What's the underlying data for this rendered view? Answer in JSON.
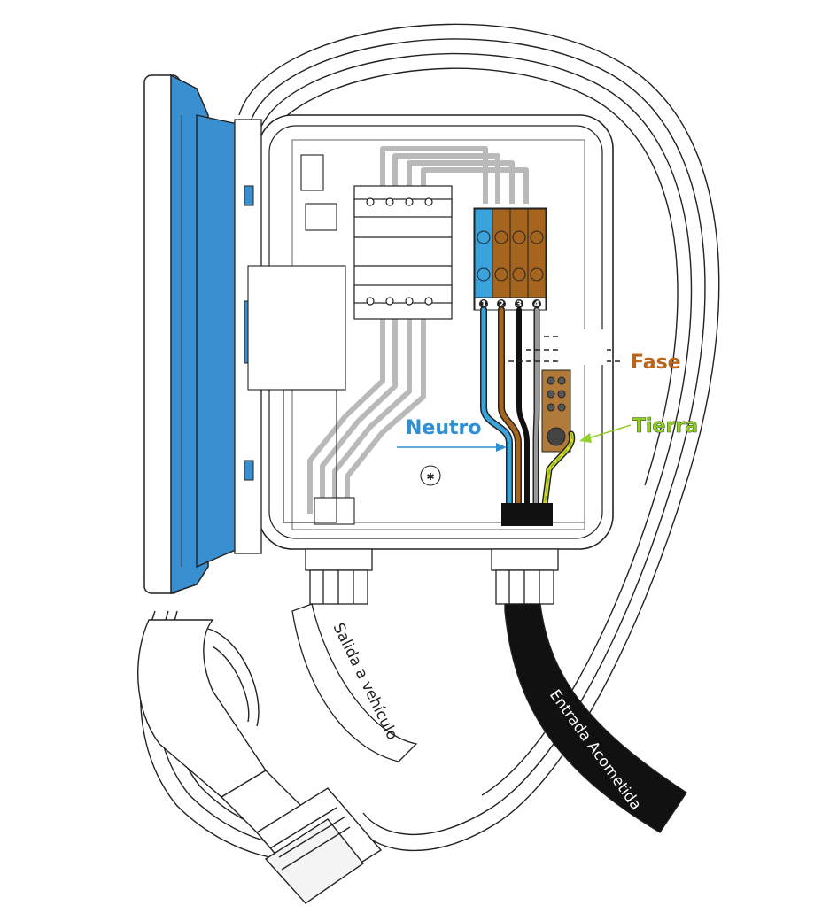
{
  "labels": {
    "fase": "Fase",
    "neutro": "Neutro",
    "tierra": "Tierra",
    "salida": "Salida a vehículo",
    "entrada": "Entrada Acometida"
  },
  "terminal_numbers": [
    "1",
    "2",
    "3",
    "4"
  ],
  "colors": {
    "lid_blue": "#3a8fd0",
    "neutral_blue": "#3aa3dc",
    "phase_brown": "#a5651e",
    "phase_black": "#111111",
    "phase_grey": "#6b6b6b",
    "earth_green": "#7ec23a",
    "earth_yellow": "#e3d820",
    "neutro_text": "#2d8fd4",
    "fase_text": "#b8651d",
    "tierra_text": "#92d02a",
    "internal_wire": "#b9b9b9",
    "outline": "#222222"
  }
}
